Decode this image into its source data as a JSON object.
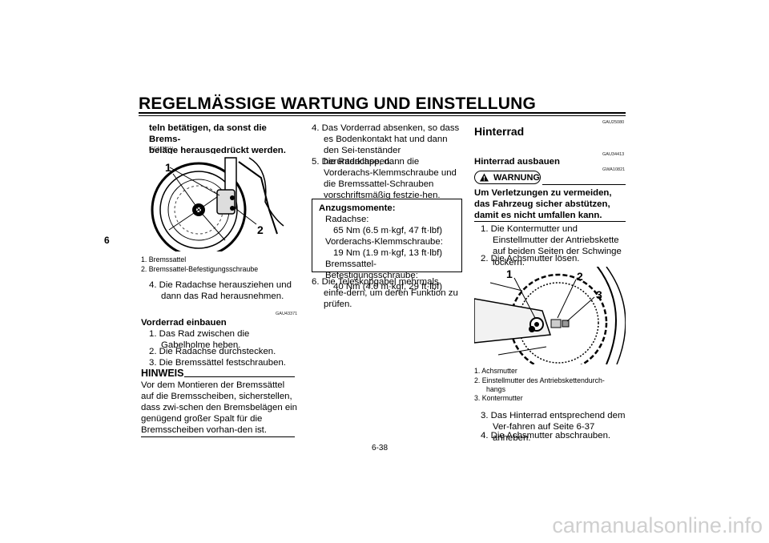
{
  "header": {
    "title": "REGELMÄSSIGE WARTUNG UND EINSTELLUNG",
    "chapter": "6"
  },
  "footer": {
    "page": "6-38",
    "watermark": "carmanualsonline.info"
  },
  "col1": {
    "caution_end": "teln betätigen, da sonst die Brems-\nbeläge herausgedrückt werden.",
    "caution_code": "[GCA11051]",
    "fig1_labels": [
      "1",
      "2"
    ],
    "fig1_caption": [
      "1.  Bremssattel",
      "2.  Bremssattel-Befestigungsschraube"
    ],
    "step4": "4.  Die Radachse herausziehen und dann das Rad herausnehmen.",
    "code_install": "GAU43371",
    "heading_install": "Vorderrad einbauen",
    "steps_install": [
      "1.  Das Rad zwischen die Gabelholme heben.",
      "2.  Die Radachse durchstecken.",
      "3.  Die Bremssättel festschrauben."
    ],
    "hinweis_title": "HINWEIS",
    "hinweis_text": "Vor dem Montieren der Bremssättel auf die Bremsscheiben, sicherstellen, dass zwi-schen den Bremsbelägen ein genügend großer Spalt für die Bremsscheiben vorhan-den ist."
  },
  "col2": {
    "step4": "4.  Das Vorderrad absenken, so dass es Bodenkontakt hat und dann den Sei-tenständer herunterklappen.",
    "step5": "5.  Die Radachse, dann die Vorderachs-Klemmschraube und die Bremssattel-Schrauben vorschriftsmäßig festzie-hen.",
    "torque": {
      "title": "Anzugsmomente:",
      "items": [
        {
          "label": "Radachse:",
          "value": "65 Nm (6.5 m·kgf, 47 ft·lbf)"
        },
        {
          "label": "Vorderachs-Klemmschraube:",
          "value": "19 Nm (1.9 m·kgf, 13 ft·lbf)"
        },
        {
          "label": "Bremssattel-Befestigungsschraube:",
          "value": "40 Nm (4.0 m·kgf, 29 ft·lbf)"
        }
      ]
    },
    "step6": "6.  Die Teleskopgabel mehrmals einfe-dern, um deren Funktion zu prüfen."
  },
  "col3": {
    "code_section": "GAU25080",
    "section_title": "Hinterrad",
    "code_remove": "GAU34413",
    "heading_remove": "Hinterrad ausbauen",
    "code_warn": "GWA10821",
    "warn_label": "WARNUNG",
    "warn_text": "Um Verletzungen zu vermeiden, das Fahrzeug sicher abstützen, damit es nicht umfallen kann.",
    "steps_a": [
      "1.  Die Kontermutter und Einstellmutter der Antriebskette auf beiden Seiten der Schwinge lockern.",
      "2.  Die Achsmutter lösen."
    ],
    "fig2_labels": [
      "1",
      "2",
      "3"
    ],
    "fig2_caption": [
      "1.  Achsmutter",
      "2.  Einstellmutter des Antriebskettendurch-hangs",
      "3.  Kontermutter"
    ],
    "steps_b": [
      "3.  Das Hinterrad entsprechend dem Ver-fahren auf Seite 6-37 anheben.",
      "4.  Die Achsmutter abschrauben."
    ]
  }
}
